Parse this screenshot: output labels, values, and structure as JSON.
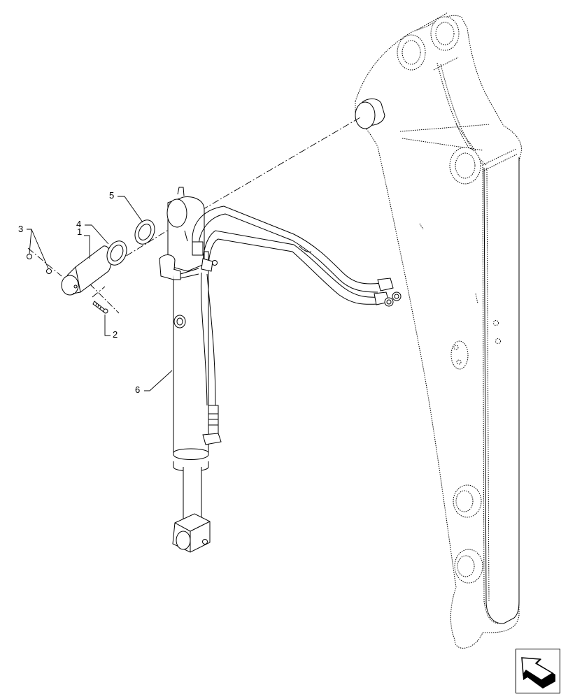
{
  "diagram": {
    "type": "exploded-parts-view",
    "subject": "arm cylinder with hoses and excavator arm",
    "line_color": "#000000",
    "background": "#ffffff"
  },
  "callouts": [
    {
      "id": "1",
      "label": "1",
      "part": "pin"
    },
    {
      "id": "2",
      "label": "2",
      "part": "bolt"
    },
    {
      "id": "3",
      "label": "3",
      "part": "nut"
    },
    {
      "id": "4",
      "label": "4",
      "part": "shim"
    },
    {
      "id": "5",
      "label": "5",
      "part": "shim"
    },
    {
      "id": "6",
      "label": "6",
      "part": "hydraulic cylinder"
    }
  ],
  "navigation": {
    "icon": "return-arrow-icon",
    "action": "back"
  }
}
